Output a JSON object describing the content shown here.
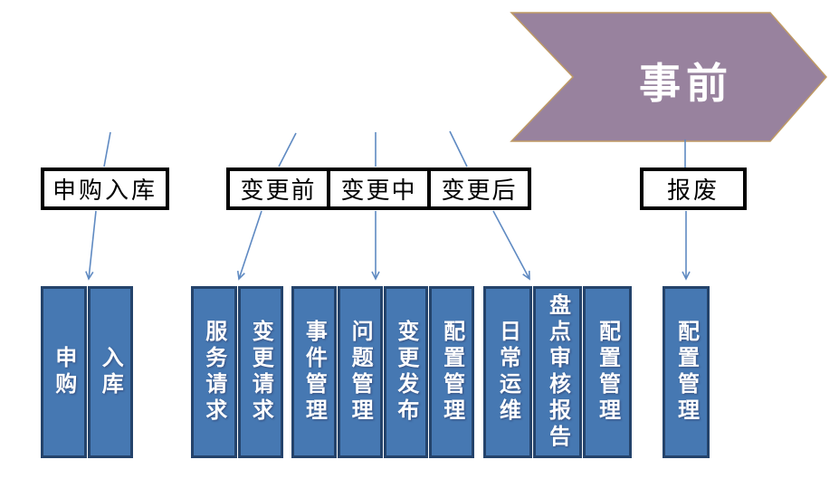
{
  "banner": {
    "label": "事前",
    "shape": "right-chevron",
    "fill": "#98829E",
    "outline": "#BF9A64",
    "text_color": "#FFFFFF"
  },
  "stage_labels": [
    {
      "label": "申购入库"
    },
    {
      "label": "变更前"
    },
    {
      "label": "变更中"
    },
    {
      "label": "变更后"
    },
    {
      "label": "报废"
    }
  ],
  "process_groups": [
    {
      "stage": "申购入库",
      "columns": [
        "申购",
        "入库"
      ]
    },
    {
      "stage": "变更前",
      "columns": [
        "服务请求",
        "变更请求"
      ]
    },
    {
      "stage": "变更中",
      "columns": [
        "事件管理",
        "问题管理",
        "变更发布",
        "配置管理"
      ]
    },
    {
      "stage": "变更后",
      "columns": [
        "日常运维",
        "盘点审核报告",
        "配置管理"
      ]
    },
    {
      "stage": "报废",
      "columns": [
        "配置管理"
      ]
    }
  ],
  "connections": [
    {
      "from": "事前",
      "to": "报废",
      "arrowhead": false
    },
    {
      "from": "(above)",
      "to": "申购入库",
      "arrowhead": false
    },
    {
      "from": "(above)",
      "to": "变更前",
      "arrowhead": false
    },
    {
      "from": "(above)",
      "to": "变更中",
      "arrowhead": false
    },
    {
      "from": "(above)",
      "to": "变更后",
      "arrowhead": false
    },
    {
      "from": "申购入库",
      "to": "申购/入库",
      "arrowhead": true
    },
    {
      "from": "变更前",
      "to": "服务请求/变更请求",
      "arrowhead": true
    },
    {
      "from": "变更中",
      "to": "事件管理/问题管理/变更发布/配置管理",
      "arrowhead": true
    },
    {
      "from": "变更后",
      "to": "日常运维/盘点审核报告/配置管理",
      "arrowhead": true
    },
    {
      "from": "报废",
      "to": "配置管理",
      "arrowhead": true
    }
  ],
  "colors": {
    "box-fill": "#4678B2",
    "box-border": "#24436B",
    "connector": "#5F8AC2",
    "label-border": "#000000",
    "banner-fill": "#98829E",
    "banner-outline": "#BF9A64"
  }
}
